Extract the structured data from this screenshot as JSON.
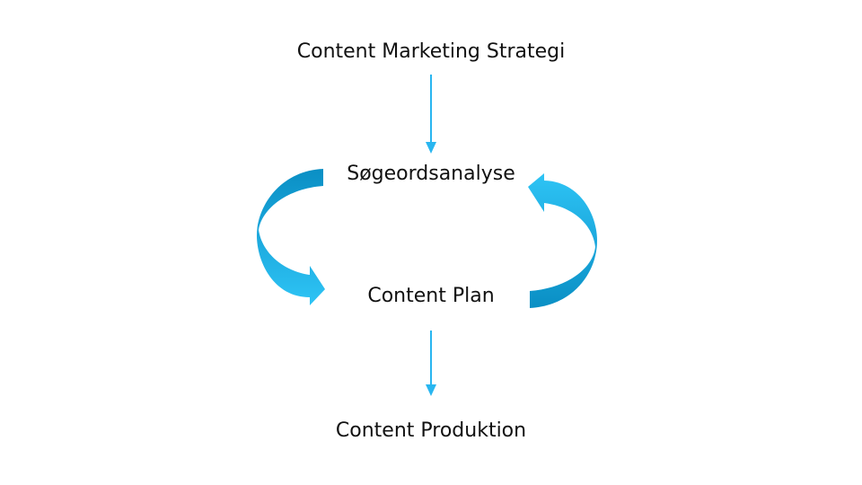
{
  "nodes": {
    "strategy": "Content Marketing Strategi",
    "keyword_analysis": "Søgeordsanalyse",
    "content_plan": "Content Plan",
    "production": "Content Produktion"
  },
  "colors": {
    "text": "#111111",
    "arrow_thin": "#29b6f0",
    "arrow_light": "#2ec4f5",
    "arrow_dark": "#0a8fc4"
  }
}
